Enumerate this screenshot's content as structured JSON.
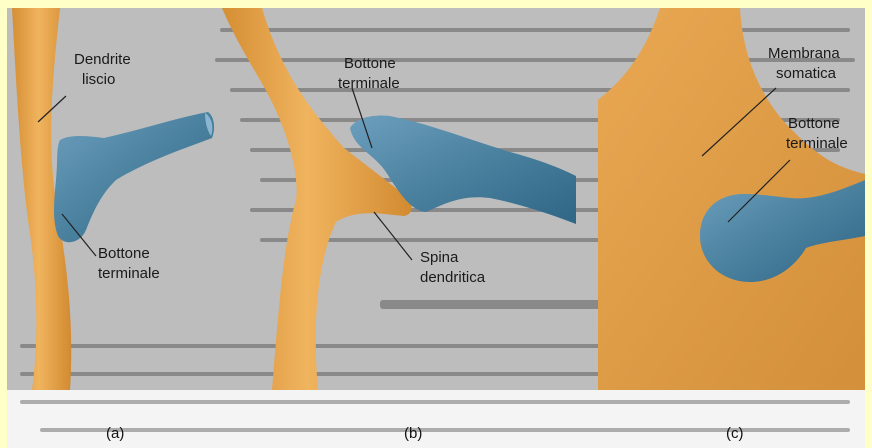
{
  "panels": [
    {
      "caption": "(a)",
      "labels": [
        {
          "lines": [
            "Dendrite",
            "liscio"
          ]
        },
        {
          "lines": [
            "Bottone",
            "terminale"
          ]
        }
      ]
    },
    {
      "caption": "(b)",
      "labels": [
        {
          "lines": [
            "Bottone",
            "terminale"
          ]
        },
        {
          "lines": [
            "Spina",
            "dendritica"
          ]
        }
      ]
    },
    {
      "caption": "(c)",
      "labels": [
        {
          "lines": [
            "Membrana",
            "somatica"
          ]
        },
        {
          "lines": [
            "Bottone",
            "terminale"
          ]
        }
      ]
    }
  ],
  "colors": {
    "page_bg": "#ffffc8",
    "photo_bg": "#b9b9b9",
    "dendrite_orange": "#e2a24a",
    "terminal_blue": "#4f86a6"
  }
}
